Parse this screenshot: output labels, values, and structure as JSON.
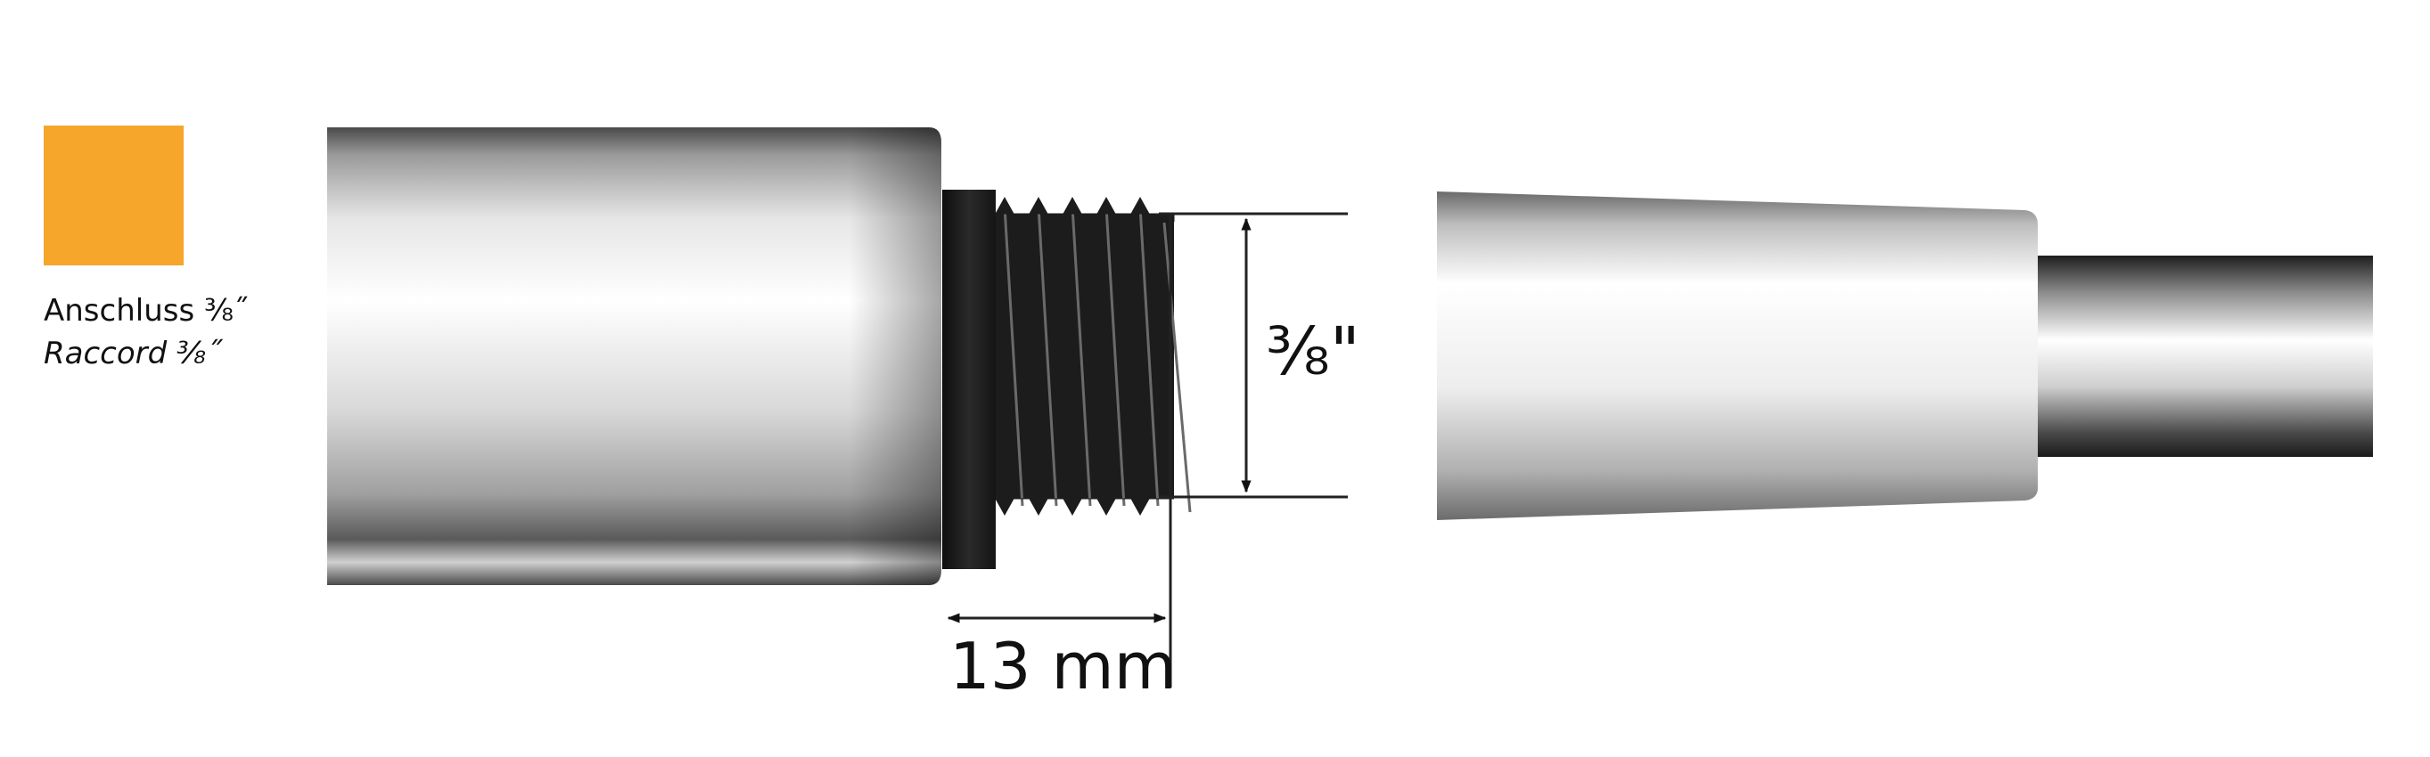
{
  "legend": {
    "swatch_color": "#F5A62B",
    "label_de": "Anschluss ⅜˝",
    "label_fr": "Raccord ⅜˝"
  },
  "dimensions": {
    "thread_length": "13 mm",
    "thread_diameter": "⅜\""
  },
  "colors": {
    "metal_dark": "#3a3a3a",
    "metal_light": "#ffffff",
    "thread_black": "#1c1c1c",
    "line": "#222222"
  }
}
